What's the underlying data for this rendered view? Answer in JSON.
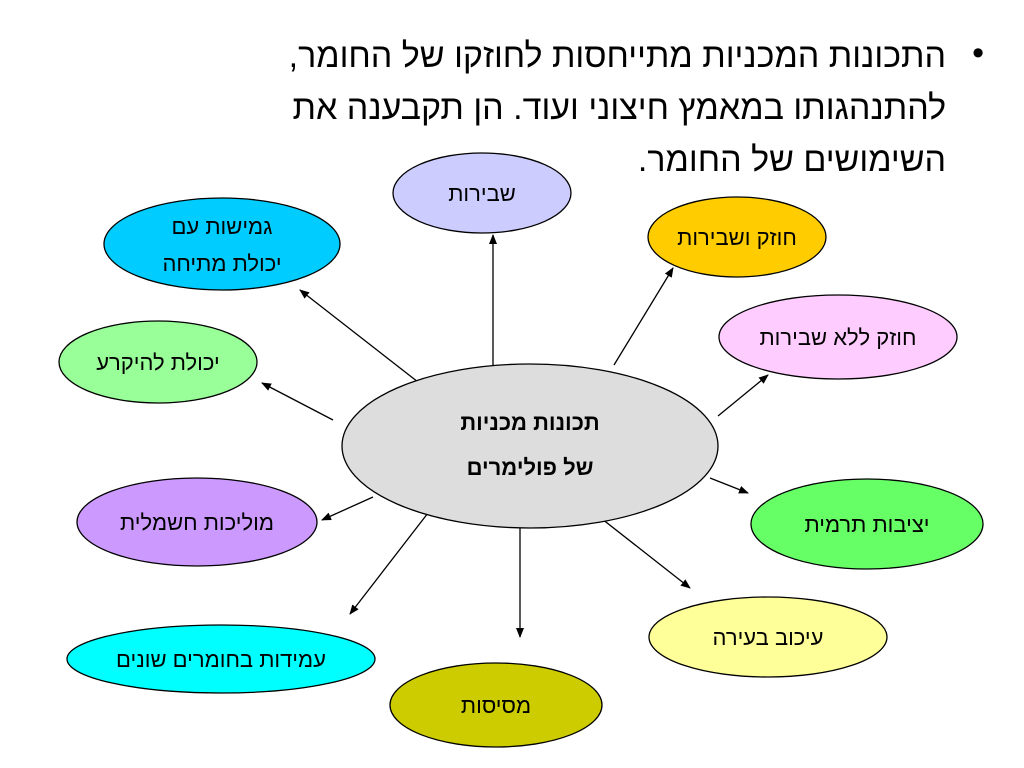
{
  "bullet": {
    "line1": "התכונות המכניות מתייחסות לחוזקו של החומר,",
    "line2": "להתנהגותו במאמץ חיצוני ועוד. הן תקבענה את",
    "line3": "השימושים של החומר."
  },
  "center": {
    "line1": "תכונות מכניות",
    "line2": "של פולימרים"
  },
  "nodes": {
    "shvirut": {
      "label": "שבירות",
      "color": "#ccccff"
    },
    "gmishut_line1": {
      "label": "גמישות עם",
      "color": "#00ccff"
    },
    "gmishut_line2": {
      "label": "יכולת מתיחה"
    },
    "hozek_shvirut": {
      "label": "חוזק ושבירות",
      "color": "#ffcc00"
    },
    "hozek_lelo": {
      "label": "חוזק ללא שבירות",
      "color": "#ffccff"
    },
    "yecholet": {
      "label": "יכולת להיקרע",
      "color": "#99ff99"
    },
    "yetzivut": {
      "label": "יציבות תרמית",
      "color": "#66ff66"
    },
    "molichut": {
      "label": "מוליכות חשמלית",
      "color": "#cc99ff"
    },
    "ikuv": {
      "label": "עיכוב בעירה",
      "color": "#ffff99"
    },
    "amidut": {
      "label": "עמידות בחומרים שונים",
      "color": "#00ffff"
    },
    "misisut": {
      "label": "מסיסות",
      "color": "#cccc00"
    }
  },
  "center_color": "#dddddd"
}
